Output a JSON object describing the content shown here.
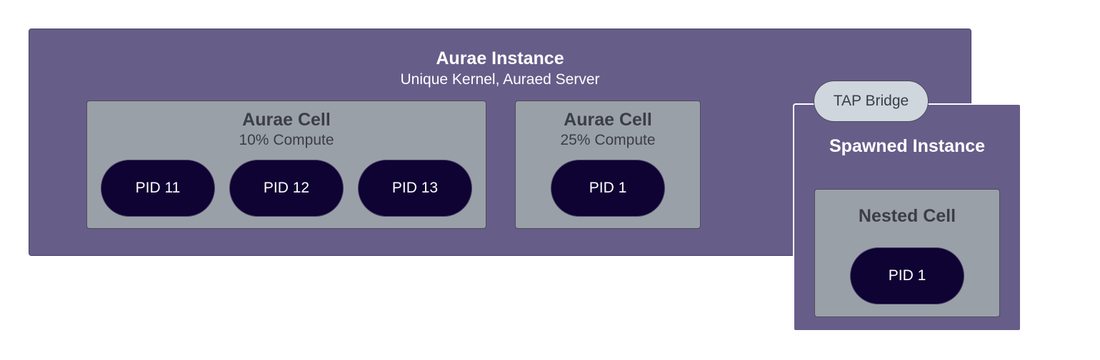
{
  "instance": {
    "title": "Aurae Instance",
    "subtitle": "Unique Kernel, Auraed Server"
  },
  "cells": [
    {
      "title": "Aurae Cell",
      "subtitle": "10% Compute",
      "pids": [
        "PID 11",
        "PID 12",
        "PID 13"
      ]
    },
    {
      "title": "Aurae Cell",
      "subtitle": "25% Compute",
      "pids": [
        "PID 1"
      ]
    }
  ],
  "bridge": {
    "label": "TAP Bridge"
  },
  "spawned": {
    "title": "Spawned Instance",
    "nested_cell": {
      "title": "Nested Cell",
      "pids": [
        "PID 1"
      ]
    }
  },
  "colors": {
    "instance_fill": "#675d89",
    "cell_fill": "#9aa0a8",
    "pid_fill": "#0f0333",
    "bridge_fill": "#d0d6de",
    "cell_text": "#3b3d48"
  }
}
